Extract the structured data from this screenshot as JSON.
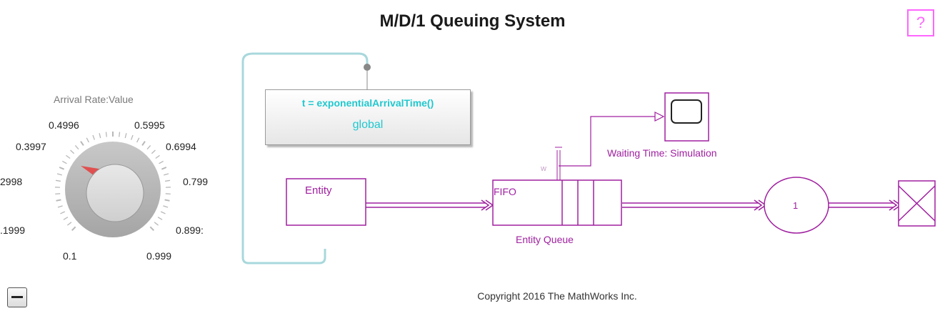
{
  "title": "M/D/1 Queuing System",
  "help": {
    "label": "?"
  },
  "knob": {
    "label": "Arrival Rate:Value",
    "tick_labels": [
      "0.1",
      ".1999",
      "2998",
      "0.3997",
      "0.4996",
      "0.5995",
      "0.6994",
      "0.799",
      "0.899:",
      "0.999"
    ],
    "value": 0.4,
    "range": [
      0.1,
      0.999
    ],
    "colors": {
      "dial": "#b4b4b4",
      "knob": "#dadada",
      "pointer": "#e05050"
    }
  },
  "function_block": {
    "code": "t = exponentialArrivalTime()",
    "scope": "global",
    "color": "#20c8cf"
  },
  "blocks": {
    "entity_generator": {
      "label": "Entity"
    },
    "queue": {
      "inner_label": "FIFO",
      "caption": "Entity Queue",
      "port": "w"
    },
    "server": {
      "label": "1"
    },
    "scope": {
      "caption": "Waiting Time: Simulation"
    },
    "terminator": {
      "icon": "x-icon"
    }
  },
  "colors": {
    "entity_lines": "#a020a0",
    "function_link": "#a8d8dc"
  },
  "copyright": "Copyright 2016 The MathWorks Inc."
}
